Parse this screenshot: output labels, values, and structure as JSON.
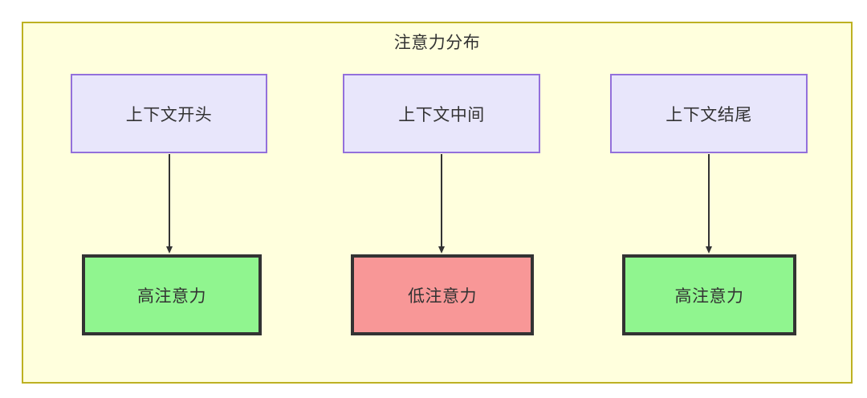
{
  "diagram": {
    "title": "注意力分布",
    "container": {
      "name": "attention-distribution-subgraph",
      "fill": "#ffffdd",
      "border": "#bdb122"
    },
    "context_nodes": [
      {
        "label": "上下文开头",
        "fill": "#e8e6fb",
        "border": "#9370db"
      },
      {
        "label": "上下文中间",
        "fill": "#e8e6fb",
        "border": "#9370db"
      },
      {
        "label": "上下文结尾",
        "fill": "#e8e6fb",
        "border": "#9370db"
      }
    ],
    "attention_nodes": [
      {
        "label": "高注意力",
        "fill": "#90f58f",
        "border": "#333333"
      },
      {
        "label": "低注意力",
        "fill": "#f89797",
        "border": "#333333"
      },
      {
        "label": "高注意力",
        "fill": "#90f58f",
        "border": "#333333"
      }
    ],
    "edges": [
      {
        "from": "上下文开头",
        "to": "高注意力"
      },
      {
        "from": "上下文中间",
        "to": "低注意力"
      },
      {
        "from": "上下文结尾",
        "to": "高注意力"
      }
    ]
  }
}
